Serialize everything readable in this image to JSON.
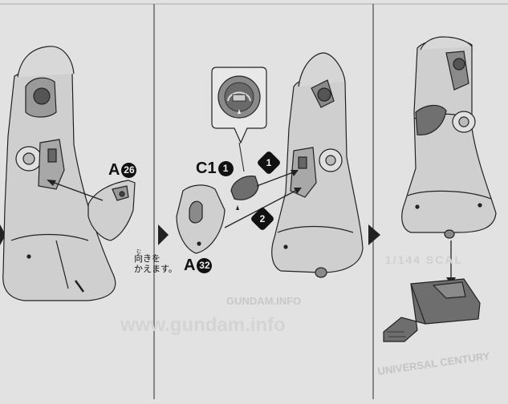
{
  "watermark": {
    "site_name": "GUNDAM.INFO",
    "site_url": "www.gundam.info",
    "scale": "1/144 SCAL",
    "series": "UNIVERSAL CENTURY"
  },
  "panel2": {
    "part_a26": {
      "letter": "A",
      "num": "26"
    }
  },
  "panel3": {
    "part_c1": {
      "letter": "C1",
      "num": "1"
    },
    "part_a32": {
      "letter": "A",
      "num": "32"
    },
    "step1": "1",
    "step2": "2",
    "note_line1": "向きを",
    "note_line2": "かえます。",
    "note_ruby": "む"
  },
  "colors": {
    "background": "#e2e2e2",
    "part_fill": "#d0d0d0",
    "dark_part": "#707070",
    "outline": "#222222"
  }
}
